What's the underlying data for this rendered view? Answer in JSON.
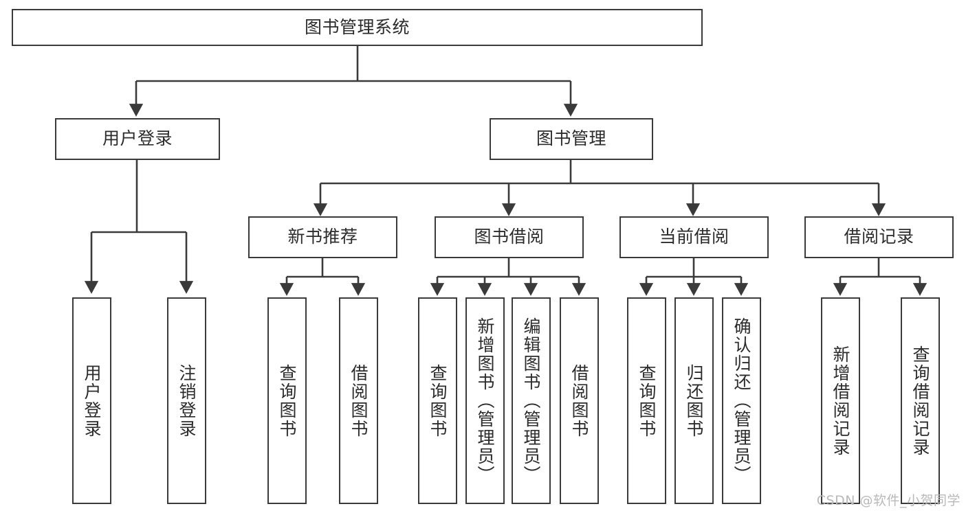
{
  "diagram": {
    "title": "图书管理系统",
    "type": "tree-hierarchy",
    "watermark": "CSDN @软件_小贺同学",
    "colors": {
      "border": "#3a3a3a",
      "text": "#2b2b2b",
      "background": "#ffffff",
      "watermark": "#b9b9b9"
    },
    "nodes": {
      "root": {
        "label": "图书管理系统",
        "level": 1,
        "orientation": "horizontal"
      },
      "l2": [
        {
          "id": "user-login",
          "label": "用户登录",
          "level": 2,
          "orientation": "horizontal"
        },
        {
          "id": "book-manage",
          "label": "图书管理",
          "level": 2,
          "orientation": "horizontal"
        }
      ],
      "l3": [
        {
          "id": "new-book-recommend",
          "label": "新书推荐",
          "level": 3,
          "orientation": "horizontal"
        },
        {
          "id": "book-borrow",
          "label": "图书借阅",
          "level": 3,
          "orientation": "horizontal"
        },
        {
          "id": "current-borrow",
          "label": "当前借阅",
          "level": 3,
          "orientation": "horizontal"
        },
        {
          "id": "borrow-record",
          "label": "借阅记录",
          "level": 3,
          "orientation": "horizontal"
        }
      ],
      "leaves": {
        "user_login": [
          {
            "id": "leaf-user-login",
            "label": "用户登录"
          },
          {
            "id": "leaf-user-logout",
            "label": "注销登录"
          }
        ],
        "new_book_recommend": [
          {
            "id": "leaf-query-book-1",
            "label": "查询图书"
          },
          {
            "id": "leaf-borrow-book-1",
            "label": "借阅图书"
          }
        ],
        "book_borrow": [
          {
            "id": "leaf-query-book-2",
            "label": "查询图书"
          },
          {
            "id": "leaf-add-book",
            "label": "新增图书（管理员）"
          },
          {
            "id": "leaf-edit-book",
            "label": "编辑图书（管理员）"
          },
          {
            "id": "leaf-borrow-book-2",
            "label": "借阅图书"
          }
        ],
        "current_borrow": [
          {
            "id": "leaf-query-book-3",
            "label": "查询图书"
          },
          {
            "id": "leaf-return-book",
            "label": "归还图书"
          },
          {
            "id": "leaf-confirm-return",
            "label": "确认归还（管理员）"
          }
        ],
        "borrow_record": [
          {
            "id": "leaf-add-record",
            "label": "新增借阅记录"
          },
          {
            "id": "leaf-query-record",
            "label": "查询借阅记录"
          }
        ]
      }
    }
  }
}
